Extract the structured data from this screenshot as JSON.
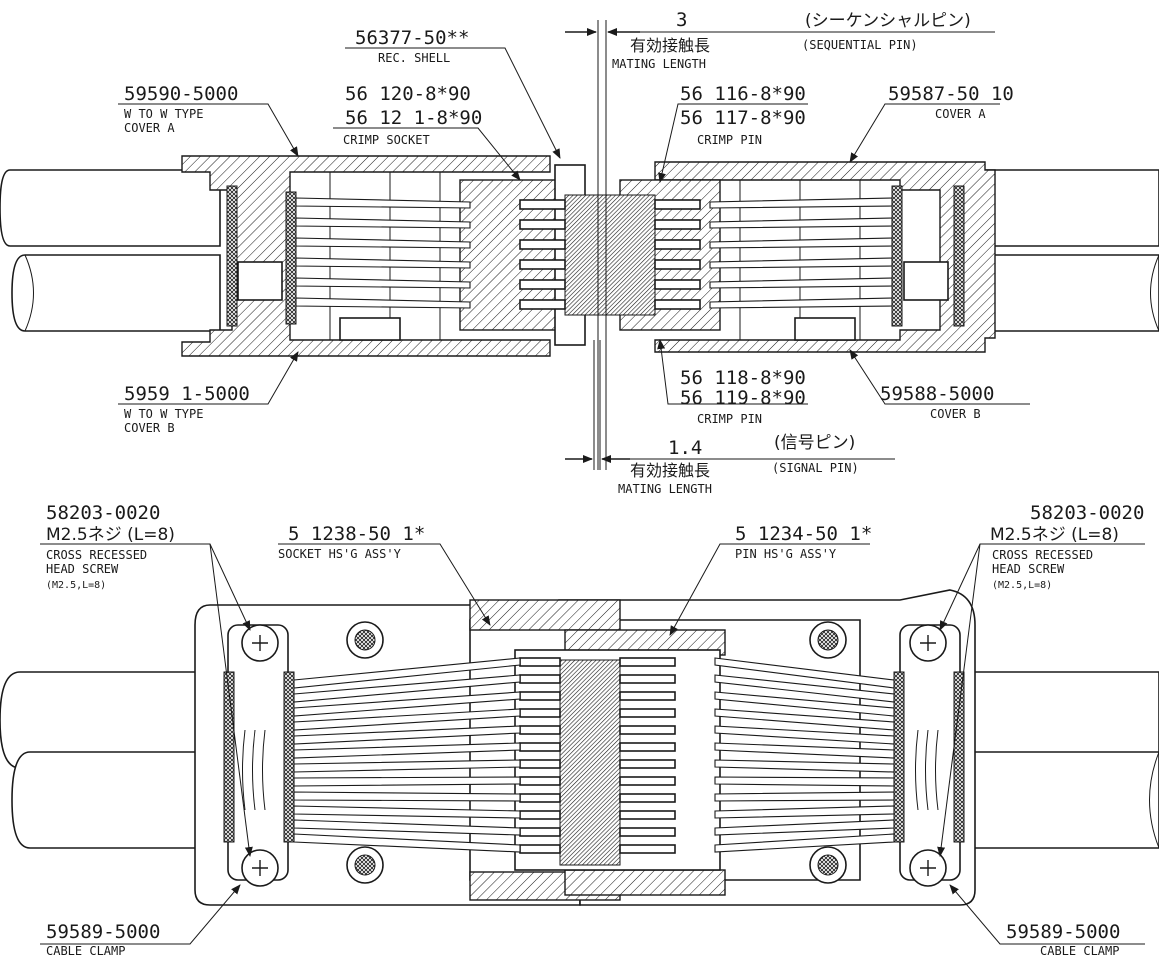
{
  "top_view": {
    "rec_shell": {
      "part": "56377-50**",
      "desc": "REC. SHELL"
    },
    "seq_mating": {
      "dim": "3",
      "jp": "(シーケンシャルピン)",
      "jp_len": "有効接触長",
      "len": "MATING LENGTH",
      "desc": "(SEQUENTIAL PIN)"
    },
    "cover_a_left": {
      "part": "59590-5000",
      "line1": "W TO W TYPE",
      "line2": "COVER A"
    },
    "crimp_socket": {
      "part1": "56 120-8*90",
      "part2": "56 12 1-8*90",
      "desc": "CRIMP SOCKET"
    },
    "crimp_pin_top": {
      "part1": "56 116-8*90",
      "part2": "56 117-8*90",
      "desc": "CRIMP PIN"
    },
    "cover_a_right": {
      "part": "59587-50 10",
      "desc": "COVER A"
    },
    "cover_b_left": {
      "part": "5959 1-5000",
      "line1": "W TO W TYPE",
      "line2": "COVER B"
    },
    "crimp_pin_bottom": {
      "part1": "56 118-8*90",
      "part2": "56 119-8*90",
      "desc": "CRIMP PIN"
    },
    "cover_b_right": {
      "part": "59588-5000",
      "desc": "COVER B"
    },
    "sig_mating": {
      "dim": "1.4",
      "jp": "(信号ピン)",
      "jp_len": "有効接触長",
      "len": "MATING LENGTH",
      "desc": "(SIGNAL PIN)"
    }
  },
  "bottom_view": {
    "screw_left": {
      "part": "58203-0020",
      "jp": "M2.5ネジ (L=8)",
      "line1": "CROSS RECESSED",
      "line2": "HEAD SCREW",
      "line3": "(M2.5,L=8)"
    },
    "screw_right": {
      "part": "58203-0020",
      "jp": "M2.5ネジ (L=8)",
      "line1": "CROSS RECESSED",
      "line2": "HEAD SCREW",
      "line3": "(M2.5,L=8)"
    },
    "socket_hsg": {
      "part": "5 1238-50 1*",
      "desc": "SOCKET HS'G ASS'Y"
    },
    "pin_hsg": {
      "part": "5 1234-50 1*",
      "desc": "PIN HS'G ASS'Y"
    },
    "clamp_left": {
      "part": "59589-5000",
      "desc": "CABLE CLAMP"
    },
    "clamp_right": {
      "part": "59589-5000",
      "desc": "CABLE CLAMP"
    }
  }
}
